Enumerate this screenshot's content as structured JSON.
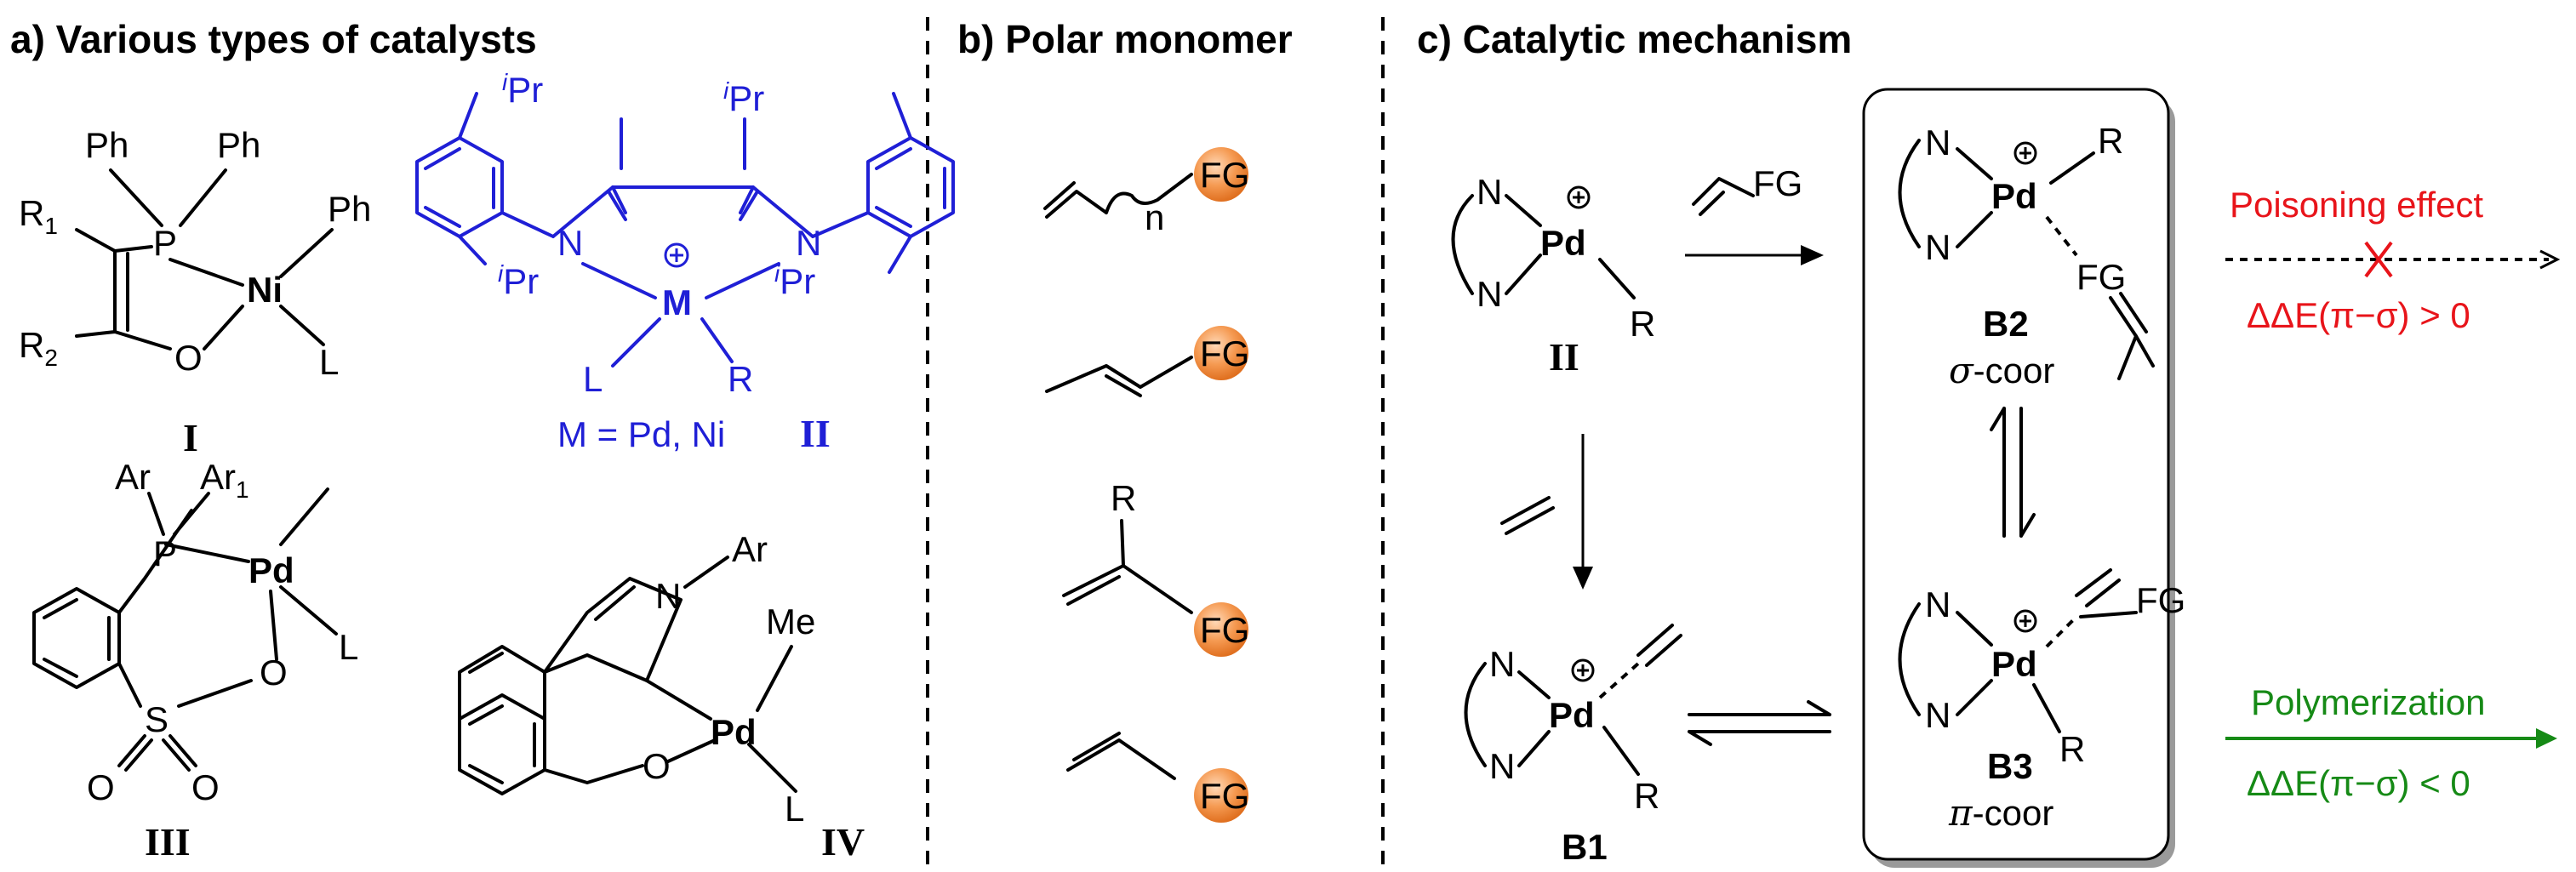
{
  "headers": {
    "a": "a) Various types of catalysts",
    "b": "b) Polar monomer",
    "c": "c) Catalytic mechanism"
  },
  "catalyst_I": {
    "ph1": "Ph",
    "ph2": "Ph",
    "ph3": "Ph",
    "r1": "R",
    "r1_sub": "1",
    "r2": "R",
    "r2_sub": "2",
    "p": "P",
    "ni": "Ni",
    "o": "O",
    "l": "L",
    "label": "I"
  },
  "catalyst_II": {
    "ipr": "Pr",
    "ipr_sup": "i",
    "n": "N",
    "m": "M",
    "l": "L",
    "r": "R",
    "metals": "M = Pd, Ni",
    "label": "II"
  },
  "catalyst_III": {
    "ar": "Ar",
    "ar1": "Ar",
    "ar1_sub": "1",
    "p": "P",
    "pd": "Pd",
    "l": "L",
    "o": "O",
    "s": "S",
    "label": "III"
  },
  "catalyst_IV": {
    "n": "N",
    "ar": "Ar",
    "me": "Me",
    "pd": "Pd",
    "l": "L",
    "o": "O",
    "label": "IV"
  },
  "monomers": {
    "fg": "FG",
    "n_sub": "n",
    "r": "R"
  },
  "mechanism": {
    "n": "N",
    "pd": "Pd",
    "r": "R",
    "fg": "FG",
    "ii": "II",
    "b1": "B1",
    "b2": "B2",
    "b3": "B3",
    "sigma": "σ",
    "sigma_rest": "-coor",
    "pi": "π",
    "pi_rest": "-coor",
    "poison": "Poisoning effect",
    "poison_cond": "ΔΔE(π−σ) > 0",
    "poly": "Polymerization",
    "poly_cond": "ΔΔE(π−σ) < 0"
  },
  "colors": {
    "blue": "#1f1fd6",
    "red": "#e8141a",
    "green": "#168a16",
    "fg_circle": "#f08a3c"
  }
}
